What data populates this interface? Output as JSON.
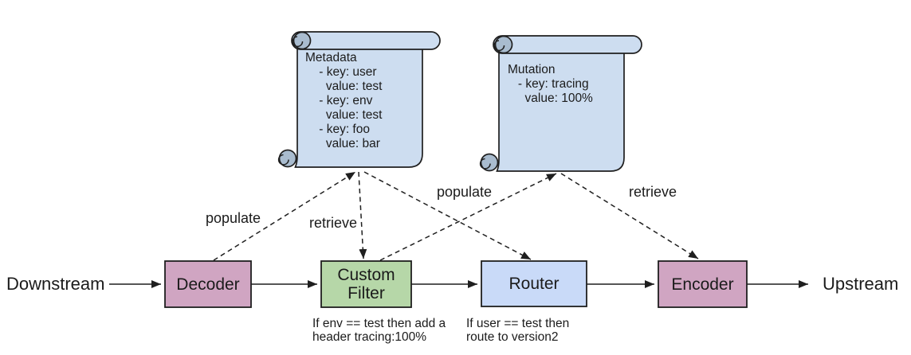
{
  "colors": {
    "node_pink": "#d0a5c2",
    "node_green": "#b6d7a8",
    "node_blue": "#c9daf8",
    "scroll_fill": "#cdddf0",
    "scroll_curl": "#a9bccf"
  },
  "flow": {
    "downstream_label": "Downstream",
    "upstream_label": "Upstream",
    "nodes": [
      {
        "id": "decoder",
        "label": "Decoder"
      },
      {
        "id": "custom-filter",
        "label": "Custom\nFilter",
        "caption": "If env == test then add a\nheader tracing:100%"
      },
      {
        "id": "router",
        "label": "Router",
        "caption": "If user == test then\nroute to version2"
      },
      {
        "id": "encoder",
        "label": "Encoder"
      }
    ]
  },
  "scrolls": [
    {
      "id": "metadata",
      "content": "Metadata\n    - key: user\n      value: test\n    - key: env\n      value: test\n    - key: foo\n      value: bar"
    },
    {
      "id": "mutation",
      "content": "Mutation\n   - key: tracing\n     value: 100%"
    }
  ],
  "edge_labels": {
    "populate_left": "populate",
    "retrieve_left": "retrieve",
    "populate_mid": "populate",
    "retrieve_right": "retrieve"
  }
}
